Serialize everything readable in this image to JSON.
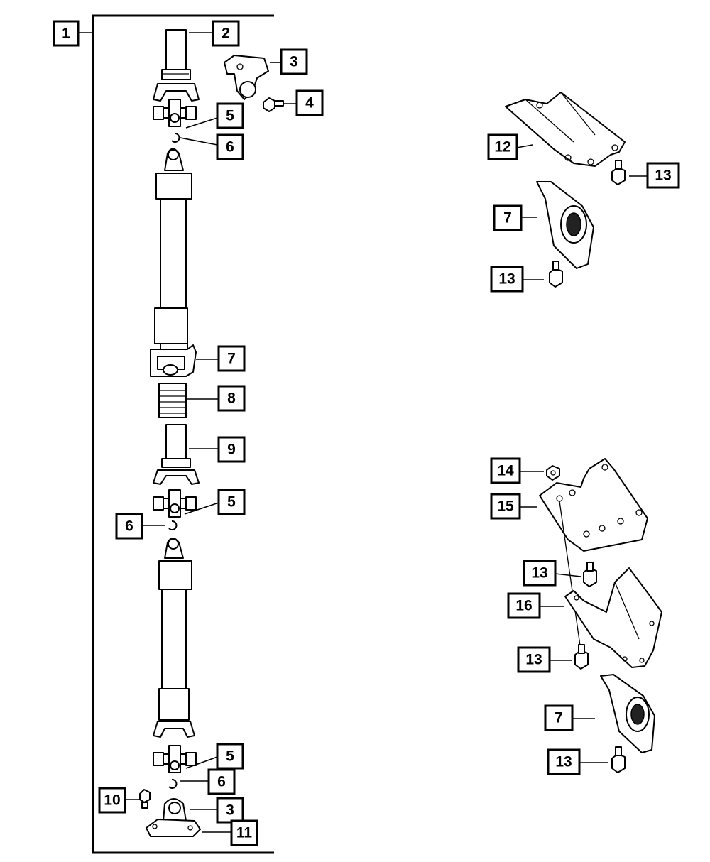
{
  "diagram": {
    "type": "exploded parts diagram",
    "colors": {
      "line": "#000000",
      "background": "#ffffff"
    },
    "callouts": {
      "c1": "1",
      "c2": "2",
      "c3a": "3",
      "c4": "4",
      "c5a": "5",
      "c6a": "6",
      "c7a": "7",
      "c8": "8",
      "c9": "9",
      "c5b": "5",
      "c6b": "6",
      "c5c": "5",
      "c6c": "6",
      "c10": "10",
      "c3b": "3",
      "c11": "11",
      "c12": "12",
      "c13a": "13",
      "c7b": "7",
      "c13b": "13",
      "c14": "14",
      "c15": "15",
      "c13c": "13",
      "c16": "16",
      "c13d": "13",
      "c7c": "7",
      "c13e": "13"
    },
    "parts": [
      "drive-shaft-assembly",
      "slip-yoke",
      "flange-yoke",
      "bolt",
      "universal-joint",
      "snap-ring",
      "center-bearing",
      "boot",
      "slip-yoke-rear",
      "bolt-small",
      "companion-flange",
      "crossmember-bracket",
      "flange-bolt",
      "nut",
      "mounting-plate",
      "support-bracket"
    ]
  }
}
